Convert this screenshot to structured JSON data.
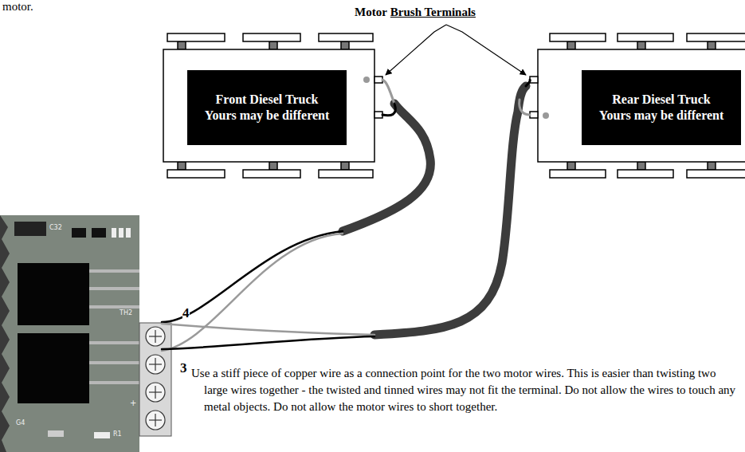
{
  "diagram": {
    "nodes": [
      {
        "text": [
          "Front Diesel Truck",
          "Yours may be different"
        ]
      },
      {
        "text": [
          "Rear Diesel Truck",
          "Yours may be different"
        ]
      }
    ],
    "labels": [
      "motor.",
      "Motor",
      "Brush Terminals",
      "4",
      "3",
      "Use a stiff piece of copper wire as a connection point for the two motor wires. This is easier than twisting two large wires together - the twisted and tinned wires may not fit the terminal. Do not allow the wires to touch any metal objects. Do not allow the motor wires to short together.",
      "C32",
      "TH2",
      "G4",
      "R1",
      "+"
    ]
  }
}
